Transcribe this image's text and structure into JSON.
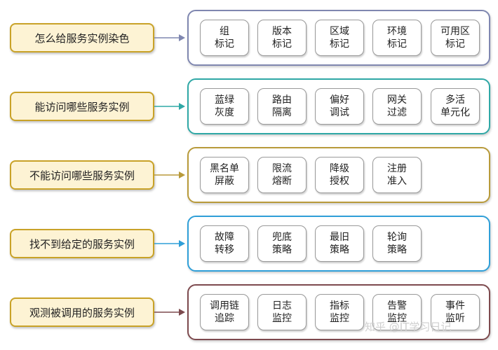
{
  "rows": [
    {
      "label": "怎么给服务实例染色",
      "color": "#7f87b0",
      "items": [
        [
          "组",
          "标记"
        ],
        [
          "版本",
          "标记"
        ],
        [
          "区域",
          "标记"
        ],
        [
          "环境",
          "标记"
        ],
        [
          "可用区",
          "标记"
        ]
      ]
    },
    {
      "label": "能访问哪些服务实例",
      "color": "#2fa8a6",
      "items": [
        [
          "蓝绿",
          "灰度"
        ],
        [
          "路由",
          "隔离"
        ],
        [
          "偏好",
          "调试"
        ],
        [
          "网关",
          "过滤"
        ],
        [
          "多活",
          "单元化"
        ]
      ]
    },
    {
      "label": "不能访问哪些服务实例",
      "color": "#b89a3a",
      "items": [
        [
          "黑名单",
          "屏蔽"
        ],
        [
          "限流",
          "熔断"
        ],
        [
          "降级",
          "授权"
        ],
        [
          "注册",
          "准入"
        ]
      ]
    },
    {
      "label": "找不到给定的服务实例",
      "color": "#2f9fd8",
      "items": [
        [
          "故障",
          "转移"
        ],
        [
          "兜底",
          "策略"
        ],
        [
          "最旧",
          "策略"
        ],
        [
          "轮询",
          "策略"
        ]
      ]
    },
    {
      "label": "观测被调用的服务实例",
      "color": "#7d4a4e",
      "items": [
        [
          "调用链",
          "追踪"
        ],
        [
          "日志",
          "监控"
        ],
        [
          "指标",
          "监控"
        ],
        [
          "告警",
          "监控"
        ],
        [
          "事件",
          "监听"
        ]
      ]
    }
  ],
  "watermark": "知乎 @IT学习日记"
}
